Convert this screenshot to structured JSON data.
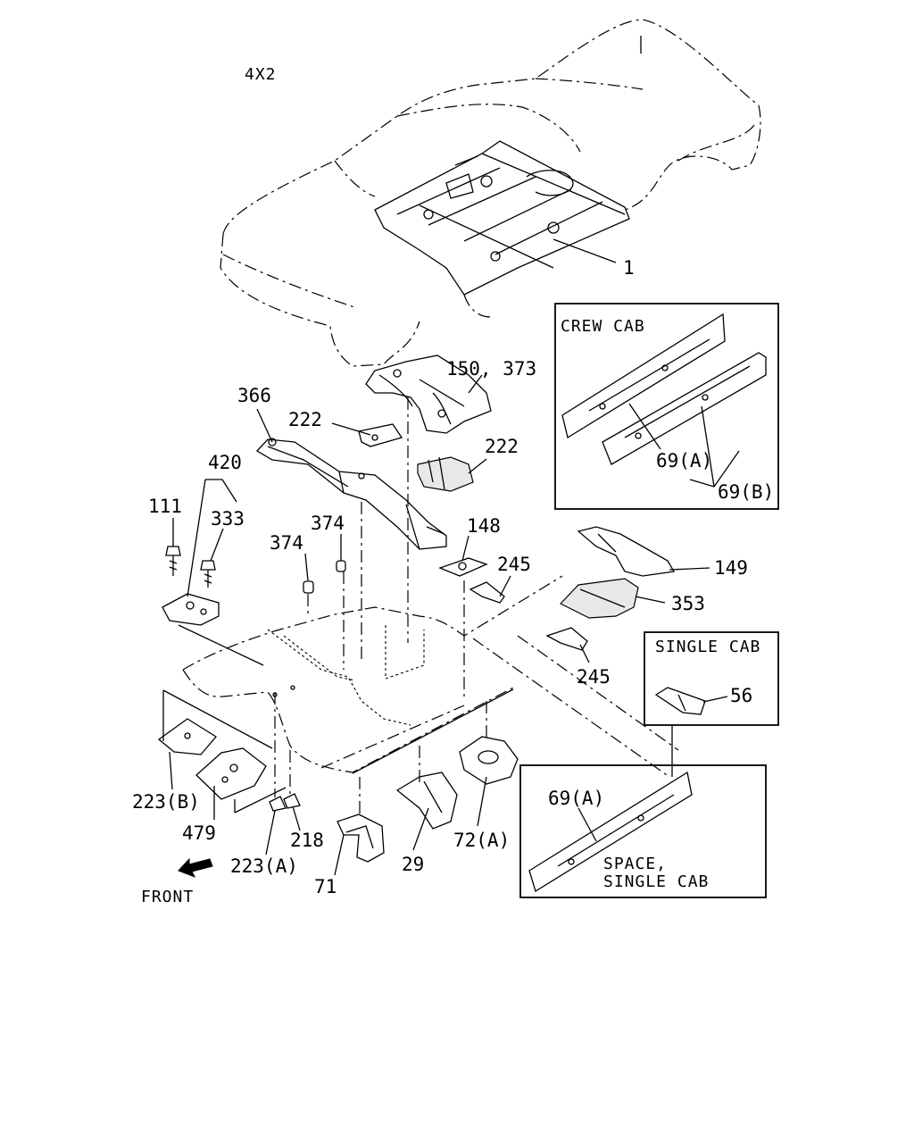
{
  "diagram": {
    "variant": "4X2",
    "front_label": "FRONT",
    "boxes": {
      "crew_cab": {
        "title": "CREW CAB",
        "callouts": [
          "69(A)",
          "69(B)"
        ]
      },
      "single_cab": {
        "title": "SINGLE CAB",
        "callouts": [
          "56"
        ]
      },
      "space_single_cab": {
        "title_line1": "SPACE,",
        "title_line2": "SINGLE CAB",
        "callouts": [
          "69(A)"
        ]
      }
    },
    "callouts": [
      "1",
      "150, 373",
      "366",
      "222",
      "222",
      "420",
      "111",
      "333",
      "374",
      "374",
      "148",
      "245",
      "149",
      "353",
      "245",
      "223(B)",
      "479",
      "218",
      "223(A)",
      "71",
      "29",
      "72(A)"
    ]
  }
}
